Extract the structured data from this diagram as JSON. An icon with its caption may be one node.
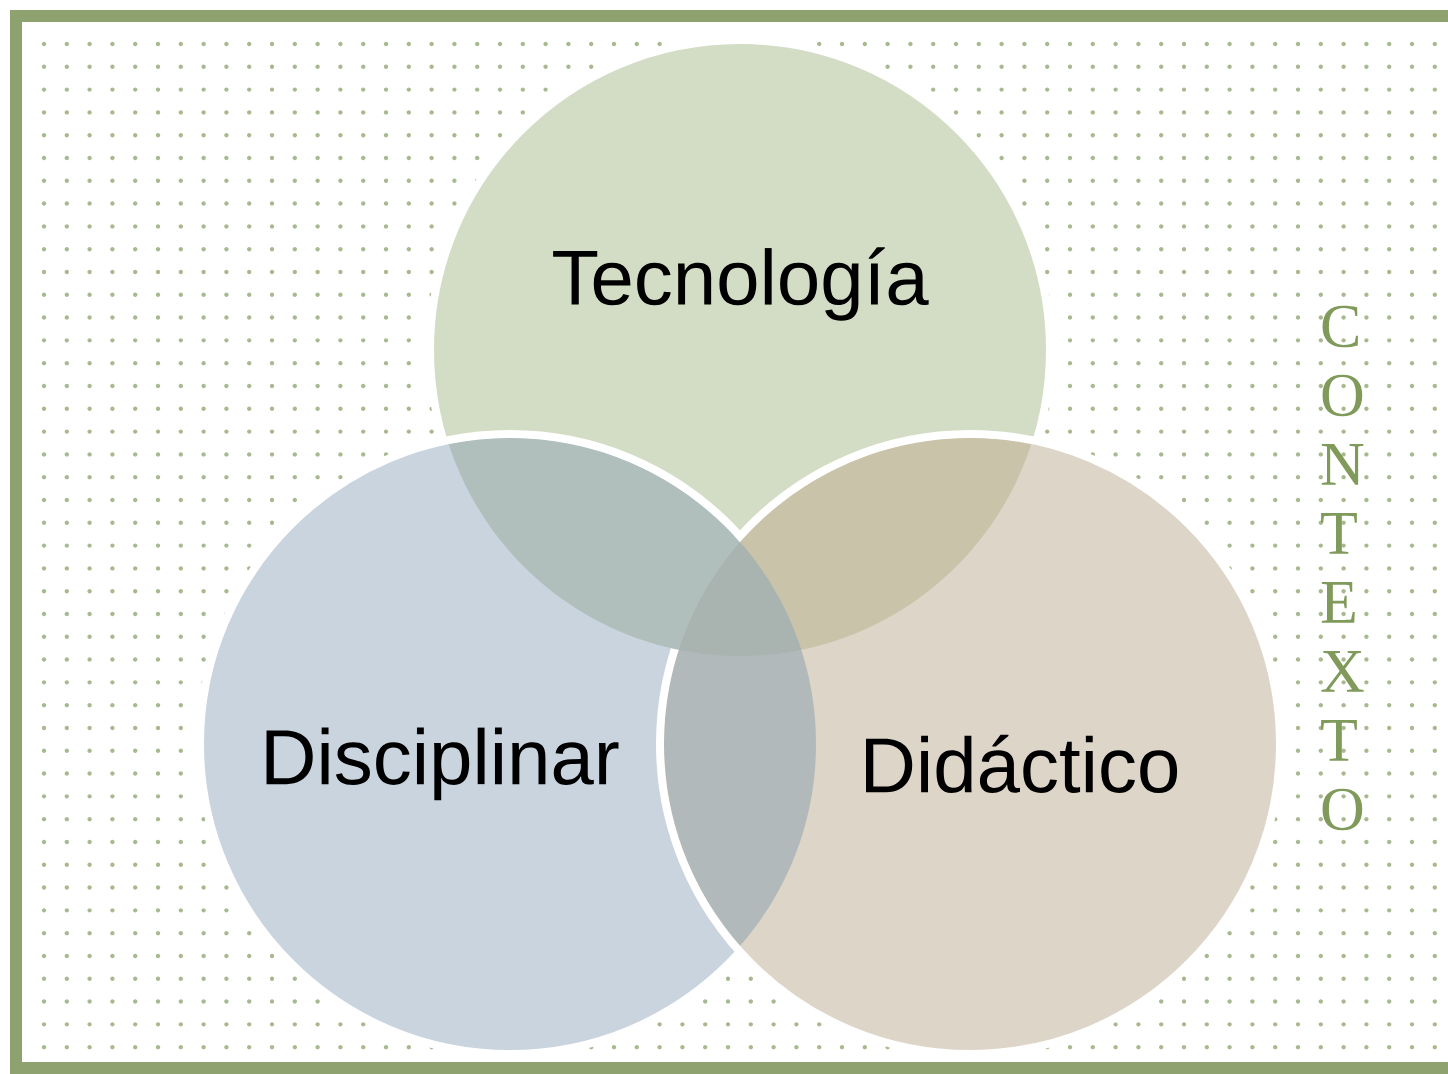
{
  "diagram": {
    "nodes": [
      {
        "text": [
          "CONTEXTO"
        ]
      },
      {
        "text": [
          "Tecnología"
        ],
        "in": 0
      },
      {
        "text": [
          "Disciplinar"
        ],
        "in": 0
      },
      {
        "text": [
          "Didáctico"
        ],
        "in": 0
      }
    ]
  }
}
